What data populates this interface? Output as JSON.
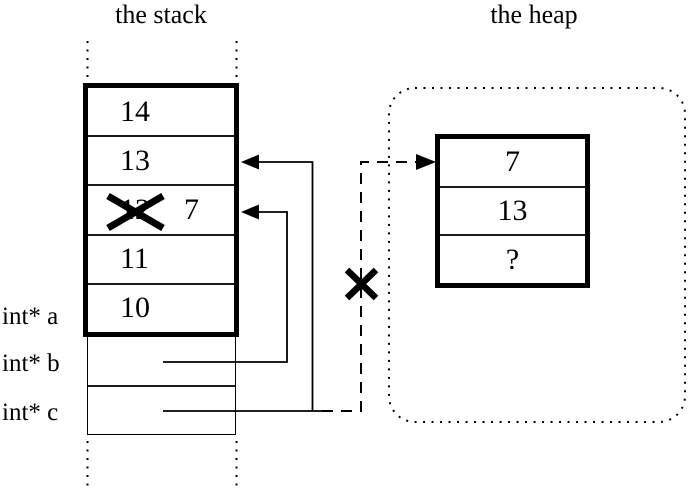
{
  "colors": {
    "ink": "#000000",
    "background": "#ffffff"
  },
  "stack": {
    "title": "the stack",
    "cells": [
      {
        "value": "14"
      },
      {
        "value": "13"
      },
      {
        "old_value": "12",
        "new_value": "7",
        "crossed_out": true
      },
      {
        "value": "11"
      },
      {
        "value": "10"
      }
    ]
  },
  "pointer_vars": [
    {
      "text": "int* a"
    },
    {
      "text": "int* b"
    },
    {
      "text": "int* c"
    }
  ],
  "heap": {
    "title": "the heap",
    "cells": [
      {
        "value": "7"
      },
      {
        "value": "13"
      },
      {
        "value": "?"
      }
    ]
  }
}
